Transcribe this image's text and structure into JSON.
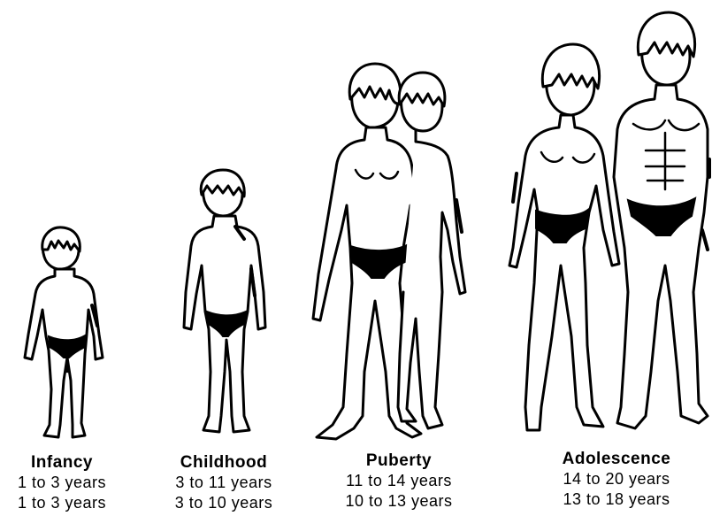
{
  "stages": [
    {
      "name": "Infancy",
      "range1": "1 to 3 years",
      "range2": "1 to 3 years"
    },
    {
      "name": "Childhood",
      "range1": "3 to 11 years",
      "range2": "3 to 10 years"
    },
    {
      "name": "Puberty",
      "range1": "11 to 14 years",
      "range2": "10 to 13 years"
    },
    {
      "name": "Adolescence",
      "range1": "14 to 20 years",
      "range2": "13 to 18 years"
    }
  ]
}
